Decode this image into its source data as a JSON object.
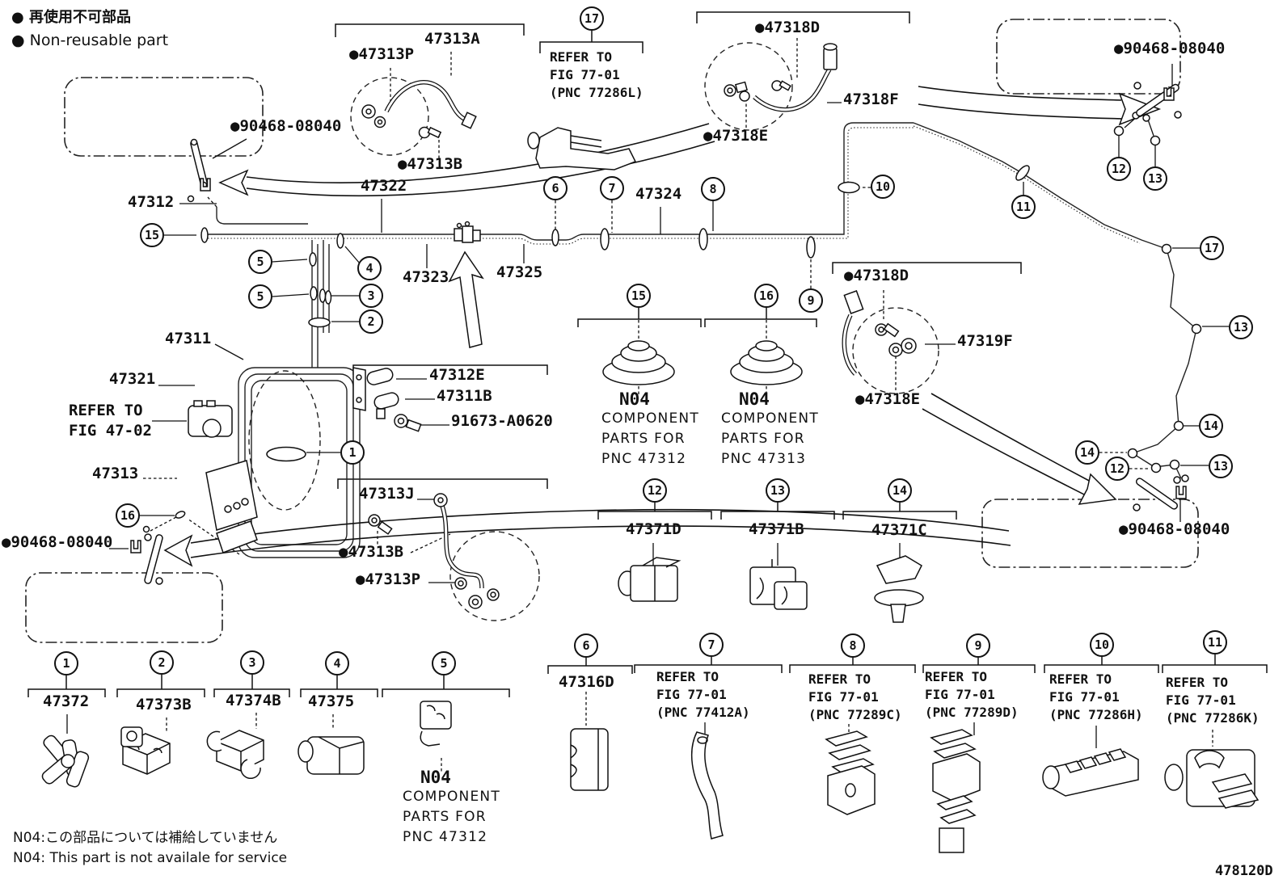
{
  "legend": {
    "nonreusable_jp": "● 再使用不可部品",
    "nonreusable_en": "● Non-reusable part"
  },
  "part_labels": [
    {
      "text": "47313A"
    },
    {
      "text": "●47313P"
    },
    {
      "text": "●47313B"
    },
    {
      "text": "●90468-08040"
    },
    {
      "text": "47312"
    },
    {
      "text": "47322"
    },
    {
      "text": "47323"
    },
    {
      "text": "47325"
    },
    {
      "text": "47324"
    },
    {
      "text": "●47318D"
    },
    {
      "text": "47318F"
    },
    {
      "text": "●47318E"
    },
    {
      "text": "●90468-08040"
    },
    {
      "text": "47311"
    },
    {
      "text": "47321"
    },
    {
      "text": "47313"
    },
    {
      "text": "47312E"
    },
    {
      "text": "47311B"
    },
    {
      "text": "91673-A0620"
    },
    {
      "text": "47313J"
    },
    {
      "text": "●47313B"
    },
    {
      "text": "●47313P"
    },
    {
      "text": "●90468-08040"
    },
    {
      "text": "●47318D"
    },
    {
      "text": "47319F"
    },
    {
      "text": "●47318E"
    },
    {
      "text": "●90468-08040"
    },
    {
      "text": "47371D"
    },
    {
      "text": "47371B"
    },
    {
      "text": "47371C"
    },
    {
      "text": "47372"
    },
    {
      "text": "47373B"
    },
    {
      "text": "47374B"
    },
    {
      "text": "47375"
    },
    {
      "text": "47316D"
    }
  ],
  "refer_blocks": [
    {
      "lines": [
        "REFER TO",
        "FIG 77-01",
        "(PNC 77286L)"
      ]
    },
    {
      "lines": [
        "REFER TO",
        "FIG 47-02"
      ]
    },
    {
      "lines": [
        "REFER TO",
        "FIG 77-01",
        "(PNC 77412A)"
      ]
    },
    {
      "lines": [
        "REFER TO",
        "FIG 77-01",
        "(PNC 77289C)"
      ]
    },
    {
      "lines": [
        "REFER TO",
        "FIG 77-01",
        "(PNC 77289D)"
      ]
    },
    {
      "lines": [
        "REFER TO",
        "FIG 77-01",
        "(PNC 77286H)"
      ]
    },
    {
      "lines": [
        "REFER TO",
        "FIG 77-01",
        "(PNC 77286K)"
      ]
    }
  ],
  "component_notes": [
    {
      "code": "N04",
      "lines": [
        "COMPONENT",
        "PARTS FOR",
        "PNC 47312"
      ]
    },
    {
      "code": "N04",
      "lines": [
        "COMPONENT",
        "PARTS FOR",
        "PNC 47313"
      ]
    },
    {
      "code": "N04",
      "lines": [
        "COMPONENT",
        "PARTS FOR",
        "PNC 47312"
      ]
    }
  ],
  "callouts": [
    "17",
    "6",
    "7",
    "8",
    "10",
    "11",
    "12",
    "13",
    "15",
    "5",
    "4",
    "5",
    "3",
    "2",
    "1",
    "16",
    "15",
    "16",
    "9",
    "17",
    "13",
    "14",
    "14",
    "12",
    "13",
    "12",
    "13",
    "14",
    "1",
    "2",
    "3",
    "4",
    "5",
    "6",
    "7",
    "8",
    "9",
    "10",
    "11"
  ],
  "notes": {
    "jp": "N04:この部品については補給していません",
    "en": "N04: This part is not availale for service"
  },
  "diagram_code": "478120D",
  "colors": {
    "line": "#1a1a1a",
    "background": "#ffffff"
  }
}
